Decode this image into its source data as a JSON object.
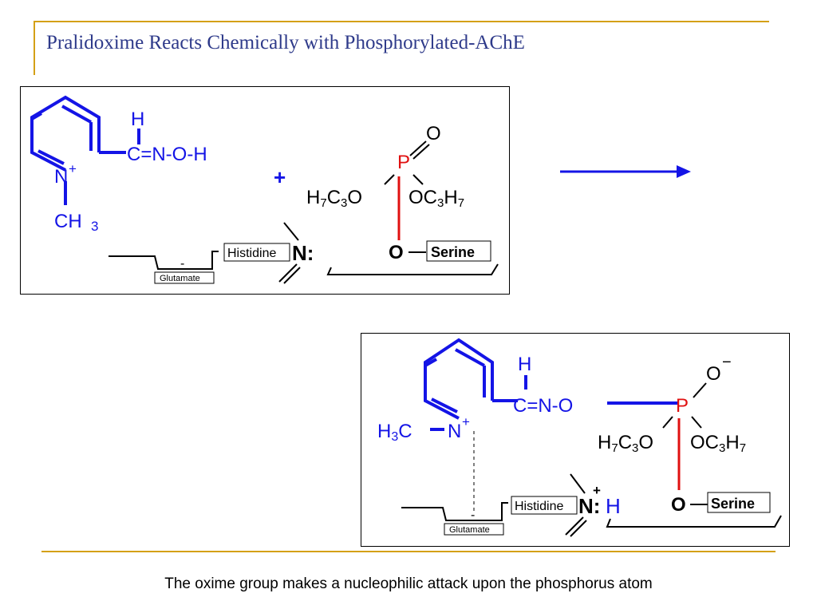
{
  "slide": {
    "title": "Pralidoxime Reacts Chemically with Phosphorylated-AChE",
    "caption": "The oxime group makes a nucleophilic attack upon the phosphorus atom"
  },
  "colors": {
    "title": "#2e3a8a",
    "accent_line": "#d4a017",
    "pralidoxime": "#1414e6",
    "phosphorus": "#e01010"
  },
  "reactants": {
    "ring_n": "N",
    "ring_n_charge": "+",
    "methyl": "CH",
    "methyl_sub": "3",
    "oxime_h": "H",
    "oxime_chain": "C=N-O-H",
    "plus_sign": "+",
    "p_oxygen": "O",
    "p_atom": "P",
    "left_ester_a": "H",
    "left_ester_a_sub": "7",
    "left_ester_b": "C",
    "left_ester_b_sub": "3",
    "left_ester_c": "O",
    "right_ester_a": "OC",
    "right_ester_a_sub": "3",
    "right_ester_b": "H",
    "right_ester_b_sub": "7",
    "serine_o": "O",
    "serine_label": "Serine",
    "histidine_label": "Histidine",
    "histidine_n": "N:",
    "glutamate_label": "Glutamate",
    "glutamate_charge": "-"
  },
  "products": {
    "methyl_a": "H",
    "methyl_sub": "3",
    "methyl_b": "C",
    "ring_n": "N",
    "ring_n_charge": "+",
    "oxime_h": "H",
    "oxime_chain": "C=N-O",
    "p_oxygen": "O",
    "p_oxygen_charge": "−",
    "p_atom": "P",
    "left_ester_a": "H",
    "left_ester_a_sub": "7",
    "left_ester_b": "C",
    "left_ester_b_sub": "3",
    "left_ester_c": "O",
    "right_ester_a": "OC",
    "right_ester_a_sub": "3",
    "right_ester_b": "H",
    "right_ester_b_sub": "7",
    "serine_o": "O",
    "serine_label": "Serine",
    "histidine_label": "Histidine",
    "histidine_n": "N:",
    "histidine_h": "H",
    "histidine_charge": "+",
    "glutamate_label": "Glutamate",
    "glutamate_charge": "-"
  }
}
